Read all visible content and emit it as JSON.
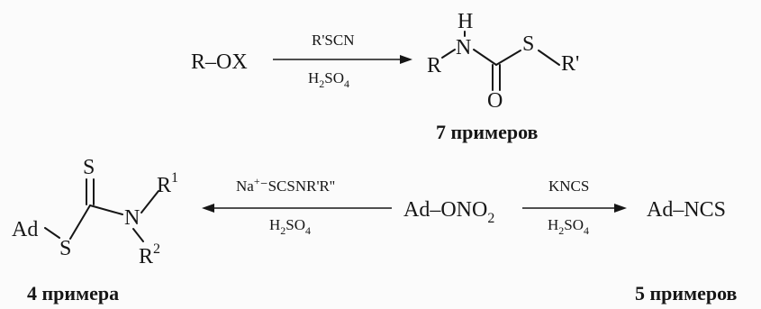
{
  "reaction1": {
    "reactant": "R–OX",
    "reagent_top": "R'SCN",
    "reagent_bottom": {
      "main": "H",
      "sub1": "2",
      "mid": "SO",
      "sub2": "4"
    },
    "product_atoms": {
      "h": "H",
      "n": "N",
      "r": "R",
      "s": "S",
      "rprime": "R'",
      "o": "O"
    },
    "caption": "7 примеров"
  },
  "reaction2": {
    "reagent_top": {
      "pre": "Na",
      "sup": "+",
      "post": "⁻SCSNR'R''"
    },
    "reagent_bottom": {
      "main": "H",
      "sub1": "2",
      "mid": "SO",
      "sub2": "4"
    },
    "product_atoms": {
      "s_top": "S",
      "ad": "Ad",
      "s_link": "S",
      "n": "N",
      "r1": "R",
      "r1_sup": "1",
      "r2": "R",
      "r2_sup": "2"
    },
    "caption": "4 примера"
  },
  "reaction3": {
    "reactant": {
      "main": "Ad–ONO",
      "sub": "2"
    },
    "reagent_top": "KNCS",
    "reagent_bottom": {
      "main": "H",
      "sub1": "2",
      "mid": "SO",
      "sub2": "4"
    },
    "product": "Ad–NCS",
    "caption": "5 примеров"
  }
}
